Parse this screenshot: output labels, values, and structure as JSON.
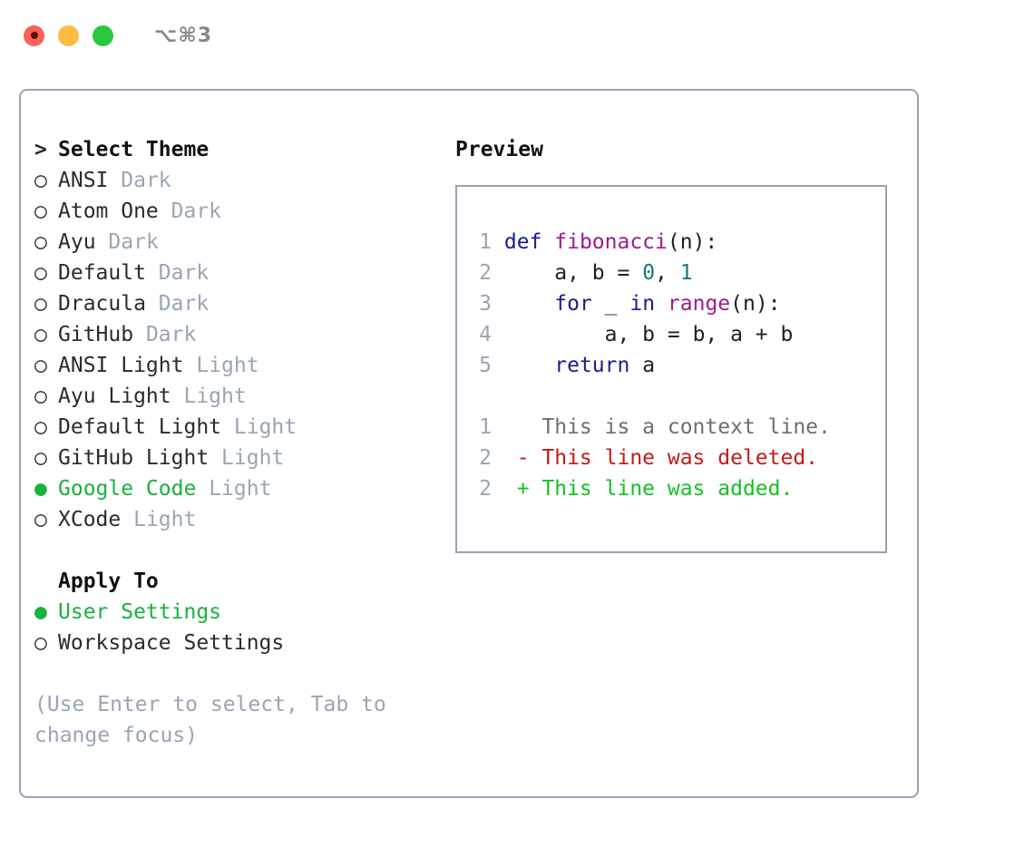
{
  "titlebar": {
    "buttons": [
      {
        "name": "close-button",
        "color": "#fc6058"
      },
      {
        "name": "minimize-button",
        "color": "#fdbc40"
      },
      {
        "name": "maximize-button",
        "color": "#2ac73f"
      }
    ],
    "shortcut": "⌥⌘3"
  },
  "theme_picker": {
    "prompt_marker": ">",
    "title": "Select Theme",
    "items": [
      {
        "marker": "○",
        "name": "ANSI",
        "variant": "Dark",
        "selected": false
      },
      {
        "marker": "○",
        "name": "Atom One",
        "variant": "Dark",
        "selected": false
      },
      {
        "marker": "○",
        "name": "Ayu",
        "variant": "Dark",
        "selected": false
      },
      {
        "marker": "○",
        "name": "Default",
        "variant": "Dark",
        "selected": false
      },
      {
        "marker": "○",
        "name": "Dracula",
        "variant": "Dark",
        "selected": false
      },
      {
        "marker": "○",
        "name": "GitHub",
        "variant": "Dark",
        "selected": false
      },
      {
        "marker": "○",
        "name": "ANSI Light",
        "variant": "Light",
        "selected": false
      },
      {
        "marker": "○",
        "name": "Ayu Light",
        "variant": "Light",
        "selected": false
      },
      {
        "marker": "○",
        "name": "Default Light",
        "variant": "Light",
        "selected": false
      },
      {
        "marker": "○",
        "name": "GitHub Light",
        "variant": "Light",
        "selected": false
      },
      {
        "marker": "●",
        "name": "Google Code",
        "variant": "Light",
        "selected": true
      },
      {
        "marker": "○",
        "name": "XCode",
        "variant": "Light",
        "selected": false
      }
    ]
  },
  "apply_to": {
    "title": "Apply To",
    "options": [
      {
        "marker": "●",
        "label": "User Settings",
        "selected": true
      },
      {
        "marker": "○",
        "label": "Workspace Settings",
        "selected": false
      }
    ]
  },
  "hint": "(Use Enter to select, Tab to change focus)",
  "preview": {
    "label": "Preview",
    "code_lines": [
      {
        "number": "1",
        "tokens": [
          {
            "t": "def ",
            "c": "kw"
          },
          {
            "t": "fibonacci",
            "c": "fn"
          },
          {
            "t": "(n):",
            "c": "pln"
          }
        ]
      },
      {
        "number": "2",
        "tokens": [
          {
            "t": "    a, b = ",
            "c": "pln"
          },
          {
            "t": "0",
            "c": "num"
          },
          {
            "t": ", ",
            "c": "pln"
          },
          {
            "t": "1",
            "c": "num"
          }
        ]
      },
      {
        "number": "3",
        "tokens": [
          {
            "t": "    ",
            "c": "pln"
          },
          {
            "t": "for",
            "c": "kw"
          },
          {
            "t": " _ ",
            "c": "pln"
          },
          {
            "t": "in",
            "c": "kw"
          },
          {
            "t": " ",
            "c": "pln"
          },
          {
            "t": "range",
            "c": "fn"
          },
          {
            "t": "(n):",
            "c": "pln"
          }
        ]
      },
      {
        "number": "4",
        "tokens": [
          {
            "t": "        a, b = b, a + b",
            "c": "pln"
          }
        ]
      },
      {
        "number": "5",
        "tokens": [
          {
            "t": "    ",
            "c": "pln"
          },
          {
            "t": "return",
            "c": "kw"
          },
          {
            "t": " a",
            "c": "pln"
          }
        ]
      }
    ],
    "diff_lines": [
      {
        "number": "1",
        "sign": " ",
        "text": "This is a context line.",
        "kind": "ctx"
      },
      {
        "number": "2",
        "sign": "-",
        "text": "This line was deleted.",
        "kind": "del"
      },
      {
        "number": "2",
        "sign": "+",
        "text": "This line was added.",
        "kind": "add"
      }
    ]
  },
  "colors": {
    "accent_green": "#18b23c",
    "muted_gray": "#9aa5b4",
    "border": "#98a2b3",
    "keyword": "#1b1b8f",
    "function": "#9c1b8c",
    "number": "#0f7b7b",
    "diff_added": "#12c223",
    "diff_deleted": "#c21b17",
    "context": "#6d6d6d"
  }
}
